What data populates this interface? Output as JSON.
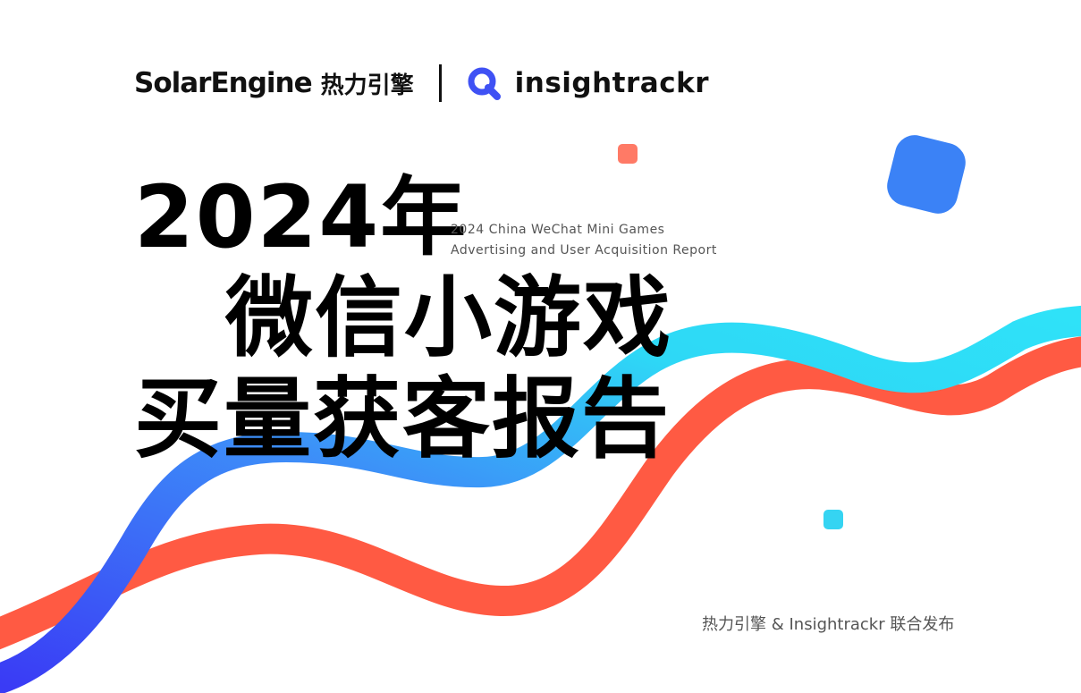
{
  "header": {
    "brand_solarengine": "SolarEngine",
    "brand_solarengine_cn": "热力引擎",
    "brand_insightrackr": "insightrackr"
  },
  "cover": {
    "year_title": "2024年",
    "subtitle_en_line1": "2024 China WeChat Mini Games",
    "subtitle_en_line2": "Advertising and User Acquisition Report",
    "title_line1": "微信小游戏",
    "title_line2": "买量获客报告",
    "publisher": "热力引擎 & Insightrackr 联合发布"
  },
  "colors": {
    "red_wave": "#FF5A43",
    "cyan_wave": "#2ED8F6",
    "blue_wave": "#3B7DF7",
    "square_coral": "#FF7A66",
    "square_blue": "#3B82F6",
    "square_cyan": "#35D4F2",
    "insightrackr_logo": "#3F51F4"
  }
}
